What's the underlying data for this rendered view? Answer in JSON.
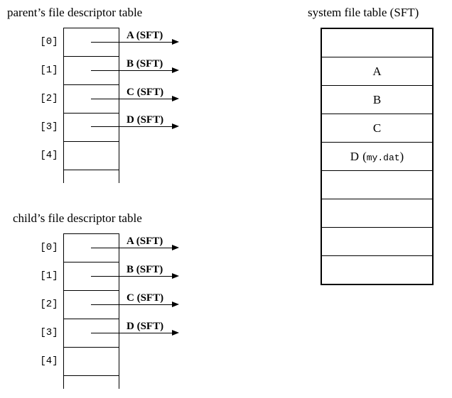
{
  "colors": {
    "ink": "#000000",
    "background": "#ffffff"
  },
  "parent_table": {
    "title": "parent’s file descriptor table",
    "row_labels": [
      "[0]",
      "[1]",
      "[2]",
      "[3]",
      "[4]"
    ],
    "pointers": [
      "A (SFT)",
      "B (SFT)",
      "C (SFT)",
      "D (SFT)"
    ]
  },
  "child_table": {
    "title": "child’s file descriptor table",
    "row_labels": [
      "[0]",
      "[1]",
      "[2]",
      "[3]",
      "[4]"
    ],
    "pointers": [
      "A (SFT)",
      "B (SFT)",
      "C (SFT)",
      "D (SFT)"
    ]
  },
  "sft_table": {
    "title": "system file table (SFT)",
    "rows": [
      {
        "text": ""
      },
      {
        "text": "A"
      },
      {
        "text": "B"
      },
      {
        "text": "C"
      },
      {
        "pre": "D",
        "open": "(",
        "file": "my.dat",
        "close": ")"
      },
      {
        "text": ""
      },
      {
        "text": ""
      },
      {
        "text": ""
      },
      {
        "text": ""
      }
    ]
  }
}
